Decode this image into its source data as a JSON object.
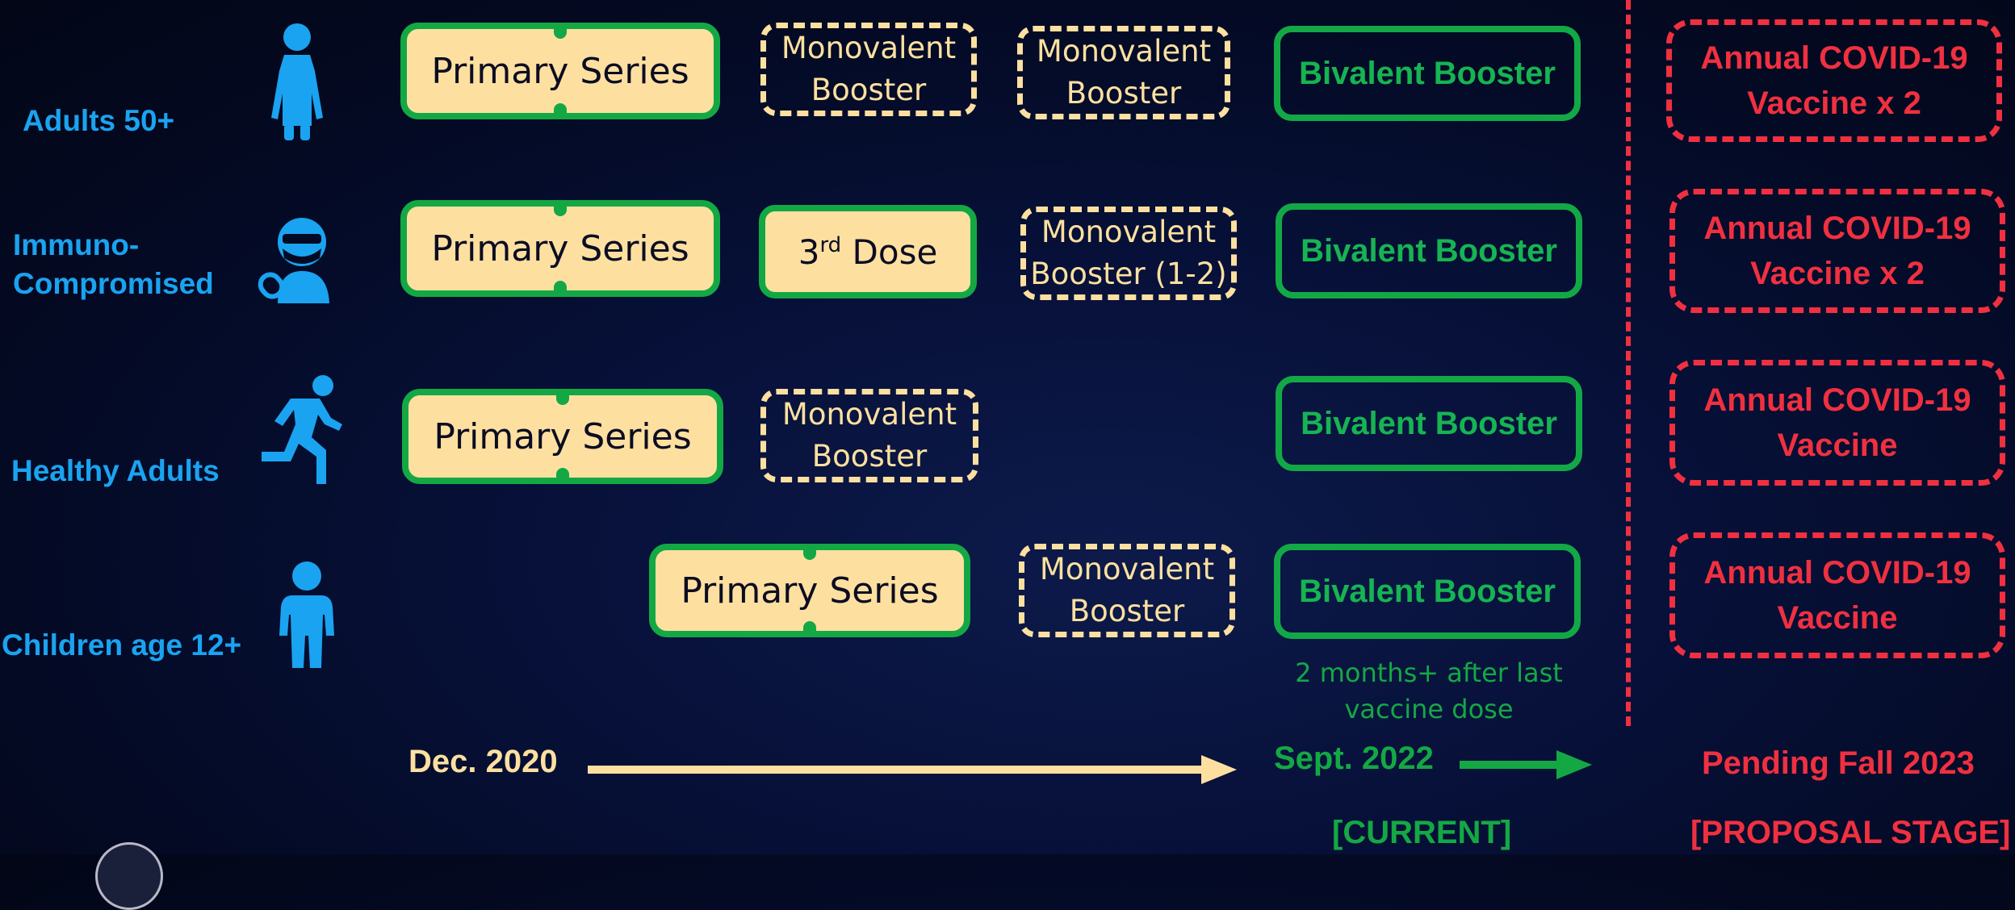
{
  "colors": {
    "category": "#1aa3f0",
    "completed_fill": "#fde0a0",
    "current_green": "#14a844",
    "proposal_red": "#f03040"
  },
  "rows": [
    {
      "label": "Adults 50+",
      "icon": "elderly-person-icon",
      "primary": "Primary Series",
      "booster1": "Monovalent Booster",
      "booster2": "Monovalent Booster",
      "bivalent": "Bivalent Booster",
      "annual": "Annual COVID-19 Vaccine x 2"
    },
    {
      "label_line1": "Immuno-",
      "label_line2": "Compromised",
      "icon": "masked-patient-icon",
      "primary": "Primary Series",
      "third_dose_prefix": "3",
      "third_dose_sup": "rd",
      "third_dose_suffix": " Dose",
      "booster2": "Monovalent Booster (1-2)",
      "bivalent": "Bivalent Booster",
      "annual": "Annual COVID-19 Vaccine x 2"
    },
    {
      "label": "Healthy Adults",
      "icon": "running-person-icon",
      "primary": "Primary Series",
      "booster1": "Monovalent Booster",
      "bivalent": "Bivalent Booster",
      "annual": "Annual COVID-19 Vaccine"
    },
    {
      "label": "Children age 12+",
      "icon": "child-icon",
      "primary": "Primary Series",
      "booster2": "Monovalent Booster",
      "bivalent": "Bivalent Booster",
      "annual": "Annual COVID-19 Vaccine"
    }
  ],
  "bivalent_note": "2 months+ after last vaccine dose",
  "timeline": {
    "start": "Dec. 2020",
    "current_date": "Sept. 2022",
    "current_tag": "[CURRENT]",
    "pending": "Pending Fall 2023",
    "pending_tag": "[PROPOSAL STAGE]"
  }
}
